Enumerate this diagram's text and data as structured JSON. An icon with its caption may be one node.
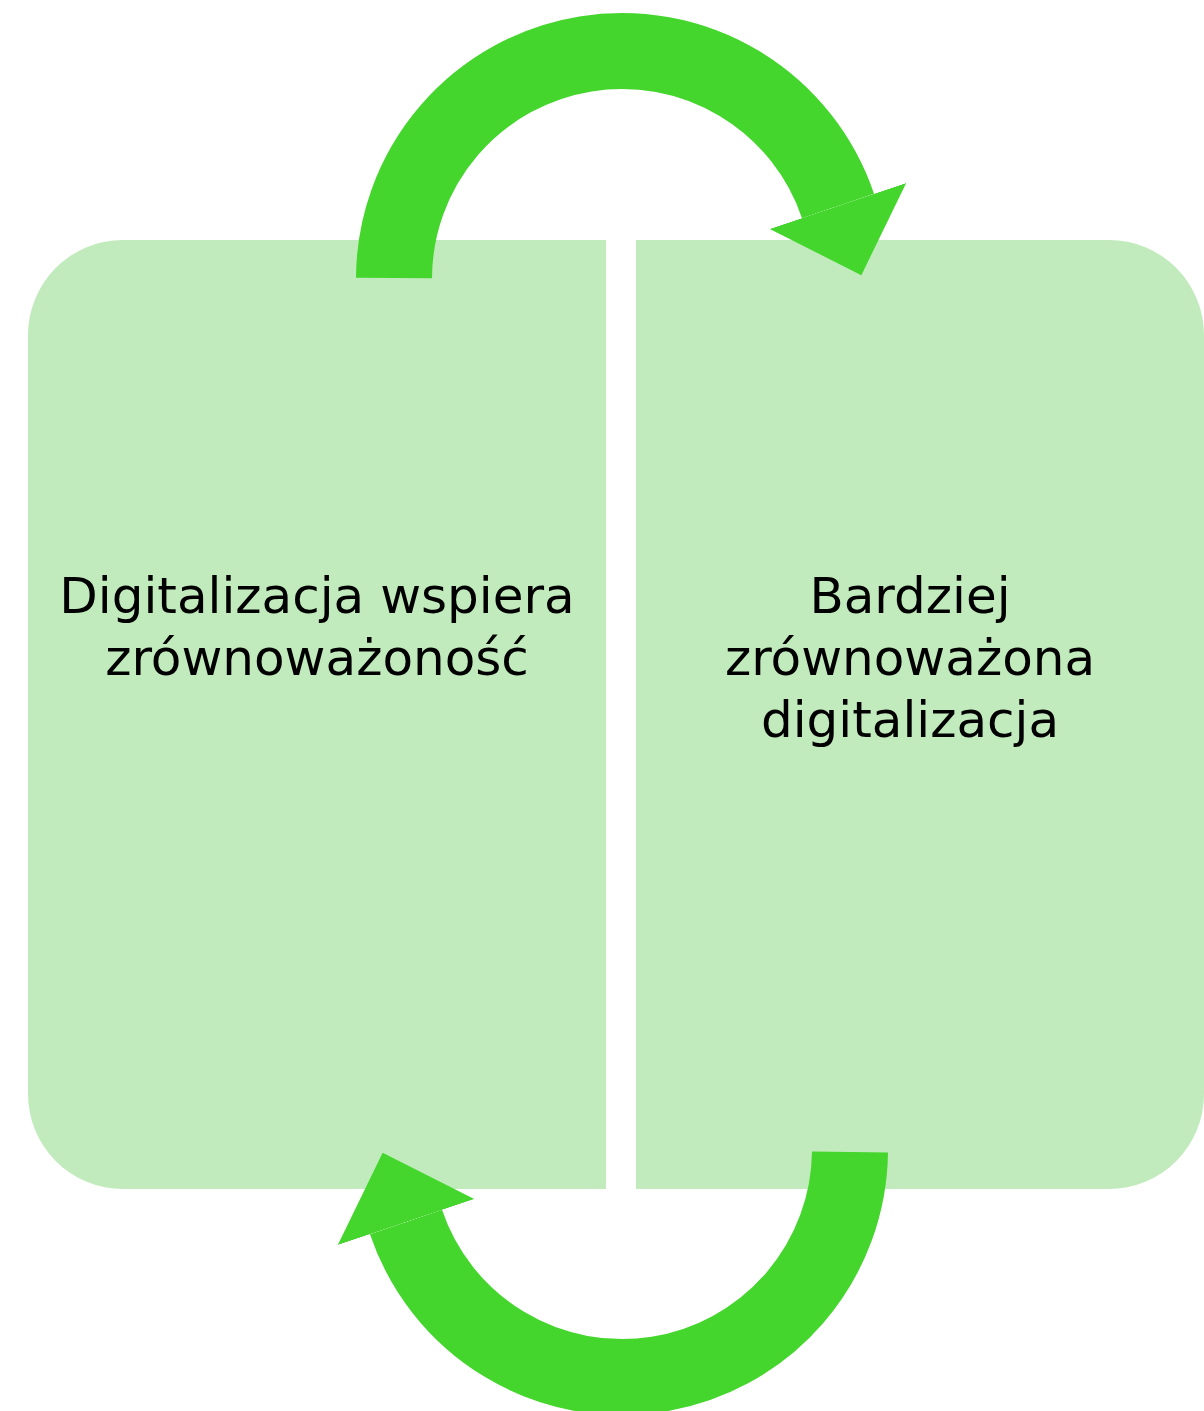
{
  "diagram": {
    "nodes": [
      {
        "text": [
          "Digitalizacja wspiera zrównoważoność"
        ]
      },
      {
        "text": [
          "Bardziej zrównoważona digitalizacja"
        ]
      }
    ],
    "edges": [
      {
        "from": 0,
        "to": 1,
        "arrow": "to"
      },
      {
        "from": 1,
        "to": 0,
        "arrow": "to"
      }
    ]
  }
}
